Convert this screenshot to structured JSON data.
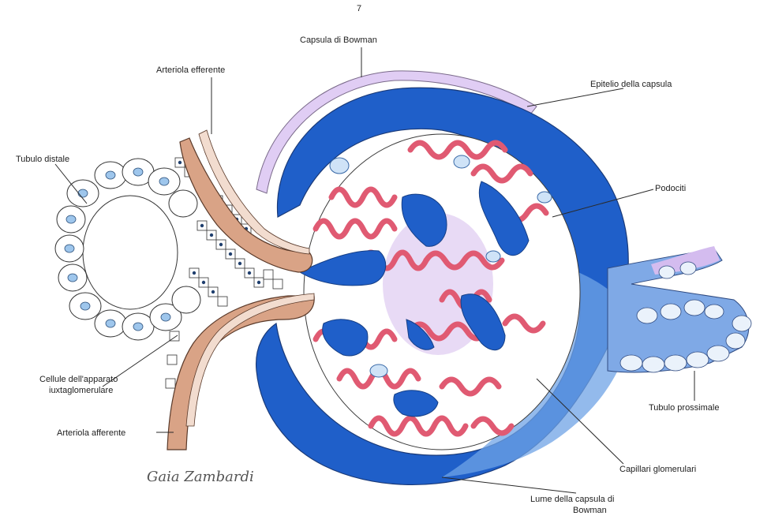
{
  "page_number": "7",
  "labels": {
    "capsula_bowman": "Capsula di Bowman",
    "arteriola_efferente": "Arteriola efferente",
    "epitelio_capsula": "Epitelio della capsula",
    "tubulo_distale": "Tubulo distale",
    "podociti": "Podociti",
    "cellule_line1": "Cellule dell'apparato",
    "cellule_line2": "iuxtaglomerulare",
    "arteriola_afferente": "Arteriola afferente",
    "tubulo_prossimale": "Tubulo prossimale",
    "capillari_glomerulari": "Capillari glomerulari",
    "lume_line1": "Lume della capsula di",
    "lume_line2": "Bowman"
  },
  "signature": "Gaia Zambardi",
  "colors": {
    "capsule_blue": "#1f5fc9",
    "light_blue": "#9cc4f2",
    "capillary_red": "#e05a72",
    "capsule_lavender": "#c9a6e8",
    "arteriole_tan": "#d9a386",
    "cell_nucleus": "#9ec6ec"
  }
}
